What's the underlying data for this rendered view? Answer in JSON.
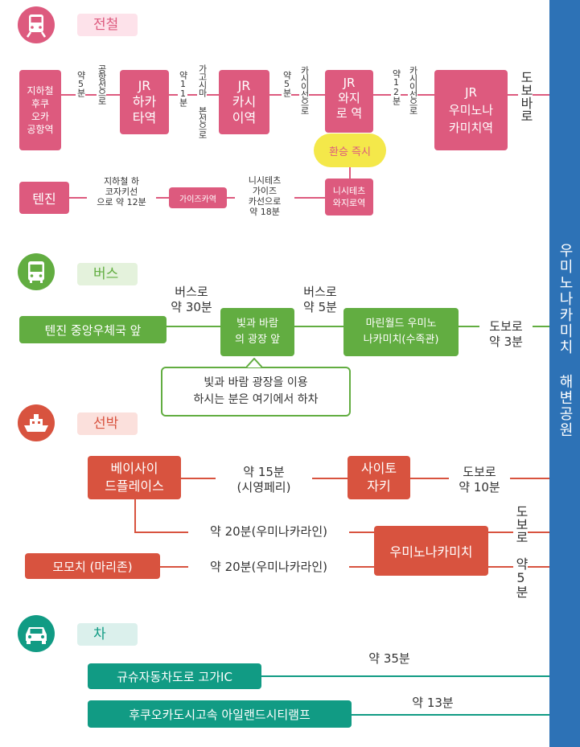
{
  "destination": "우미노나카미치 해변공원",
  "train": {
    "title": "전철",
    "stations": {
      "airport": "지하철\n후쿠\n오카\n공항역",
      "hakata": "JR\n하카\n타역",
      "kashii": "JR\n카시\n이역",
      "wajiro": "JR\n와지\n로 역",
      "transfer": "환승 즉시",
      "umino": "JR\n우미노나\n카미치역",
      "tenjin": "텐진",
      "kaizuka": "가이즈카역",
      "nishitetsu_wajiro": "니시테츠\n와지로역"
    },
    "legs": {
      "l1_time": "약5분",
      "l1_line": "공항선으로",
      "l2_time": "약11분",
      "l2_line": "가고시마 본선으로",
      "l3_time": "약5분",
      "l3_line": "카시이선으로",
      "l4_time": "약12분",
      "l4_line": "카시이선으로",
      "walk": "도보바로",
      "l5": "지하철 하\n코자키선\n으로 약 12분",
      "l6": "니시테츠\n가이즈\n카선으로\n약 18분"
    }
  },
  "bus": {
    "title": "버스",
    "start": "텐진 중앙우체국 앞",
    "leg1": "버스로\n약 30분",
    "mid": "빛과 바람\n의 광장 앞",
    "leg2": "버스로\n약 5분",
    "end": "마린월드 우미노\n나카미치(수족관)",
    "walk": "도보로\n약 3분",
    "note": "빛과 바람 광장을 이용\n하시는 분은 여기에서 하차"
  },
  "ship": {
    "title": "선박",
    "bayside": "베이사이\n드플레이스",
    "ferry": "약 15분\n(시영페리)",
    "saitozaki": "사이토\n자키",
    "walk10": "도보로\n약 10분",
    "route1": "약 20분(우미나카라인)",
    "umino": "우미노나카미치",
    "momochi": "모모치 (마리존)",
    "route2": "약 20분(우미나카라인)",
    "walk_v1": "도보로",
    "walk_v2": "약5분"
  },
  "car": {
    "title": "차",
    "ic1": "규슈자동차도로 고가IC",
    "t1": "약 35분",
    "ic2": "후쿠오카도시고속 아일랜드시티램프",
    "t2": "약 13분"
  },
  "colors": {
    "train": "#dd5a7e",
    "bus": "#62ad41",
    "ship": "#d8533f",
    "car": "#119b84",
    "side": "#2d72b6"
  },
  "icons": [
    "train-icon",
    "bus-icon",
    "ship-icon",
    "car-icon"
  ]
}
